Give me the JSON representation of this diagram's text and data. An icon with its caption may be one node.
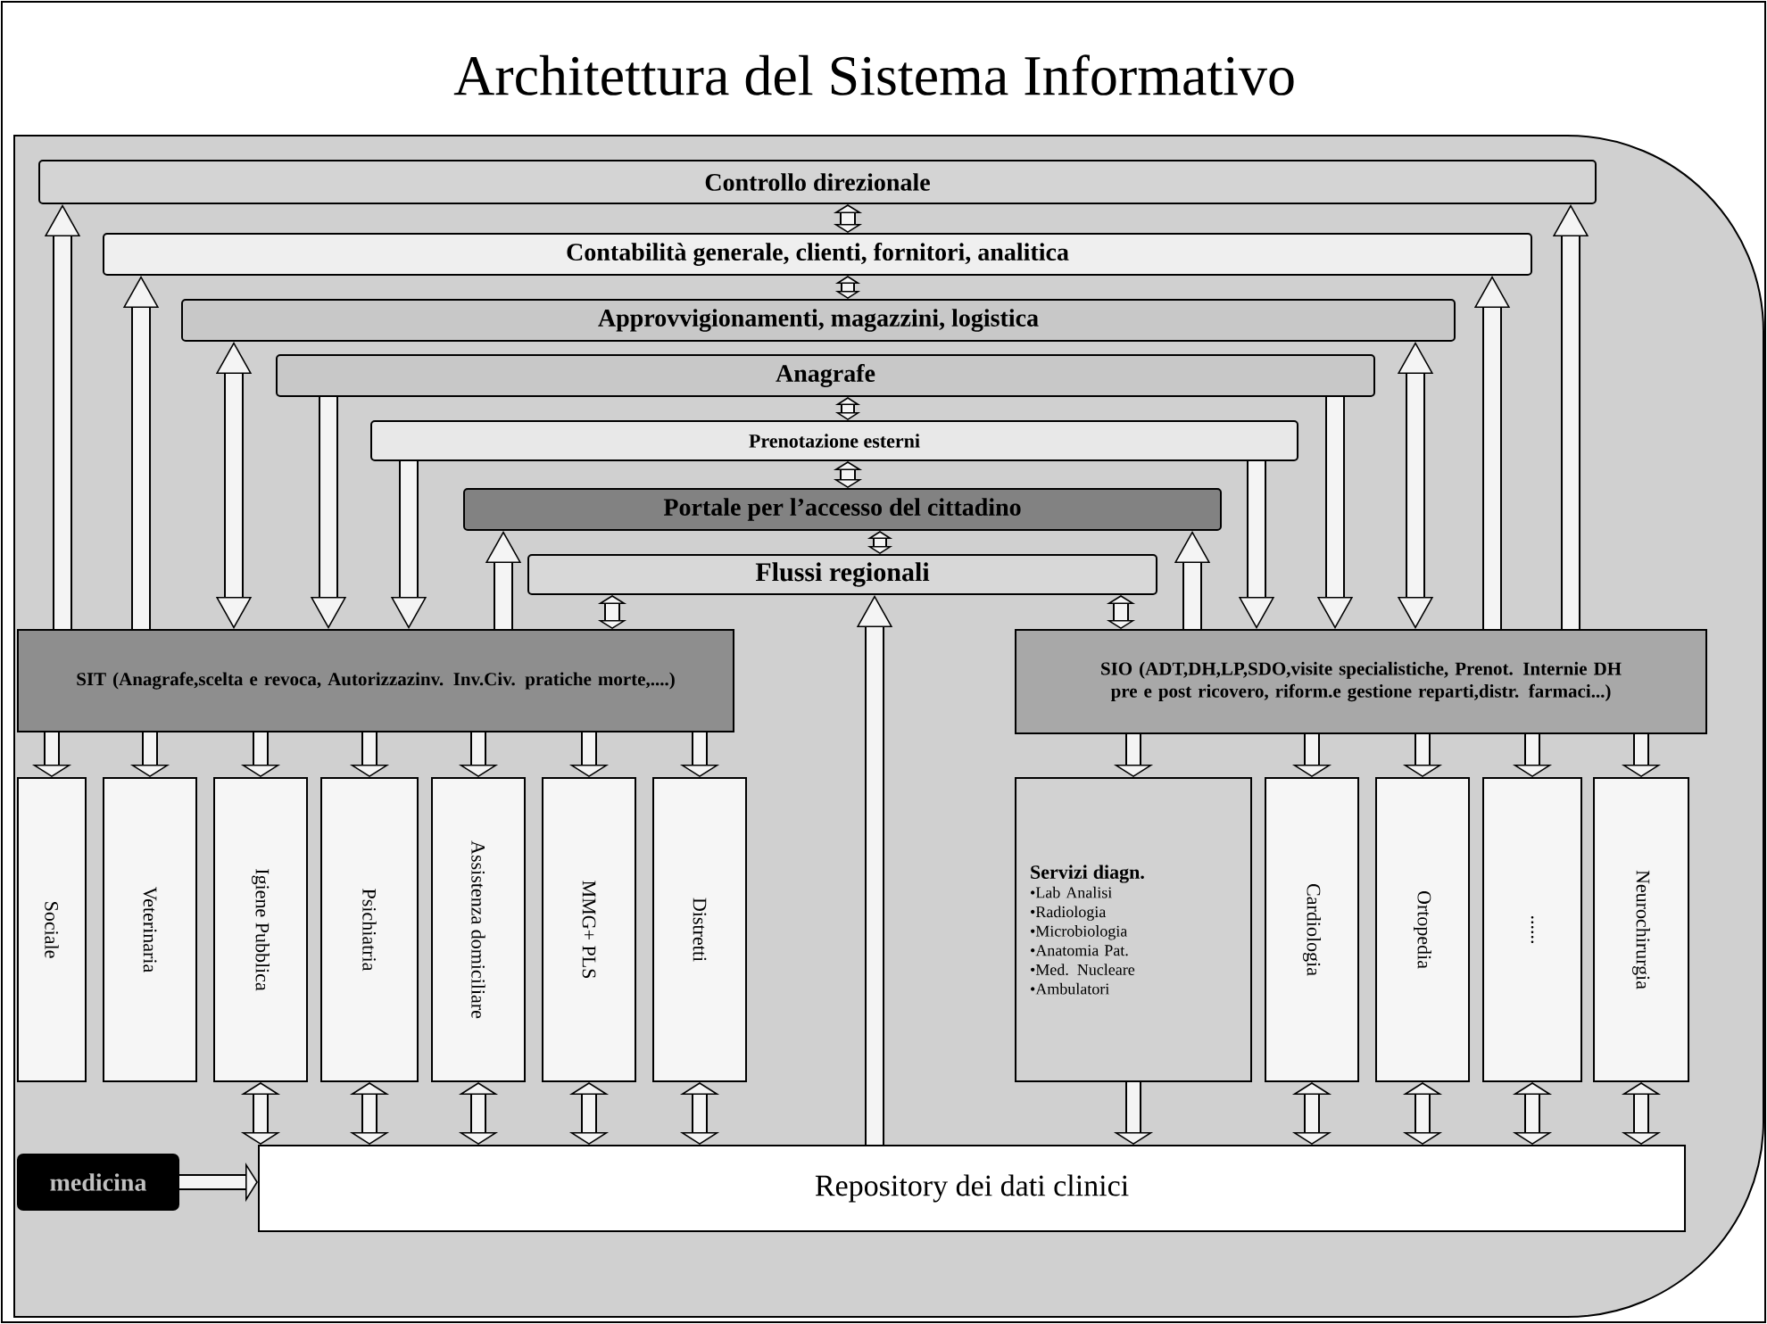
{
  "diagram": {
    "title": "Architettura del Sistema Informativo",
    "nodes": [
      {
        "text": [
          "Controllo direzionale"
        ]
      },
      {
        "text": [
          "Contabilità generale, clienti, fornitori, analitica"
        ]
      },
      {
        "text": [
          "Approvvigionamenti, magazzini, logistica"
        ]
      },
      {
        "text": [
          "Anagrafe"
        ]
      },
      {
        "text": [
          "Prenotazione esterni"
        ]
      },
      {
        "text": [
          "Portale per l’accesso del cittadino"
        ]
      },
      {
        "text": [
          "Flussi regionali"
        ]
      },
      {
        "text": [
          "SIT (Anagrafe,scelta e revoca, Autorizzazinv. Inv.Civ. pratiche morte,....)"
        ]
      },
      {
        "text": [
          "SIO (ADT,DH,LP,SDO,visite specialistiche, Prenot. Internie DH pre e post ricovero, riform.e gestione reparti,distr. farmaci...)"
        ]
      },
      {
        "text": [
          "Sociale"
        ]
      },
      {
        "text": [
          "Veterinaria"
        ]
      },
      {
        "text": [
          "Igiene Pubblica"
        ]
      },
      {
        "text": [
          "Psichiatria"
        ]
      },
      {
        "text": [
          "Assistenza domiciliare"
        ]
      },
      {
        "text": [
          "MMG+ PLS"
        ]
      },
      {
        "text": [
          "Distretti"
        ]
      },
      {
        "text": [
          "Servizi diagn.",
          "•Lab Analisi",
          "•Radiologia",
          "•Microbiologia",
          "•Anatomia Pat.",
          "•Med. Nucleare",
          "•Ambulatori"
        ]
      },
      {
        "text": [
          "Cardiologia"
        ]
      },
      {
        "text": [
          "Ortopedia"
        ]
      },
      {
        "text": [
          "......"
        ]
      },
      {
        "text": [
          "Neurochirurgia"
        ]
      },
      {
        "text": [
          "medicina"
        ]
      },
      {
        "text": [
          "Repository dei dati clinici"
        ]
      }
    ],
    "edges": [
      {
        "from": 0,
        "to": 1,
        "arrow": "both"
      },
      {
        "from": 1,
        "to": 2,
        "arrow": "both"
      },
      {
        "from": 3,
        "to": 4,
        "arrow": "both"
      },
      {
        "from": 4,
        "to": 5,
        "arrow": "both"
      },
      {
        "from": 5,
        "to": 6,
        "arrow": "both"
      },
      {
        "from": 6,
        "to": 7,
        "arrow": "both"
      },
      {
        "from": 6,
        "to": 8,
        "arrow": "both"
      },
      {
        "from": 22,
        "to": 6,
        "arrow": "to"
      },
      {
        "from": 7,
        "to": 0,
        "arrow": "to"
      },
      {
        "from": 7,
        "to": 1,
        "arrow": "to"
      },
      {
        "from": 7,
        "to": 2,
        "arrow": "both"
      },
      {
        "from": 3,
        "to": 7,
        "arrow": "to"
      },
      {
        "from": 4,
        "to": 7,
        "arrow": "to"
      },
      {
        "from": 7,
        "to": 5,
        "arrow": "to"
      },
      {
        "from": 8,
        "to": 5,
        "arrow": "to"
      },
      {
        "from": 4,
        "to": 8,
        "arrow": "to"
      },
      {
        "from": 3,
        "to": 8,
        "arrow": "to"
      },
      {
        "from": 2,
        "to": 8,
        "arrow": "both"
      },
      {
        "from": 8,
        "to": 1,
        "arrow": "to"
      },
      {
        "from": 8,
        "to": 0,
        "arrow": "to"
      },
      {
        "from": 7,
        "to": 9,
        "arrow": "to"
      },
      {
        "from": 7,
        "to": 10,
        "arrow": "to"
      },
      {
        "from": 7,
        "to": 11,
        "arrow": "to"
      },
      {
        "from": 7,
        "to": 12,
        "arrow": "to"
      },
      {
        "from": 7,
        "to": 13,
        "arrow": "to"
      },
      {
        "from": 7,
        "to": 14,
        "arrow": "to"
      },
      {
        "from": 7,
        "to": 15,
        "arrow": "to"
      },
      {
        "from": 8,
        "to": 16,
        "arrow": "to"
      },
      {
        "from": 8,
        "to": 17,
        "arrow": "to"
      },
      {
        "from": 8,
        "to": 18,
        "arrow": "to"
      },
      {
        "from": 8,
        "to": 19,
        "arrow": "to"
      },
      {
        "from": 8,
        "to": 20,
        "arrow": "to"
      },
      {
        "from": 11,
        "to": 22,
        "arrow": "both"
      },
      {
        "from": 12,
        "to": 22,
        "arrow": "both"
      },
      {
        "from": 13,
        "to": 22,
        "arrow": "both"
      },
      {
        "from": 14,
        "to": 22,
        "arrow": "both"
      },
      {
        "from": 15,
        "to": 22,
        "arrow": "both"
      },
      {
        "from": 16,
        "to": 22,
        "arrow": "to"
      },
      {
        "from": 17,
        "to": 22,
        "arrow": "both"
      },
      {
        "from": 18,
        "to": 22,
        "arrow": "both"
      },
      {
        "from": 19,
        "to": 22,
        "arrow": "both"
      },
      {
        "from": 20,
        "to": 22,
        "arrow": "both"
      },
      {
        "from": 21,
        "to": 22,
        "arrow": "to"
      }
    ]
  }
}
